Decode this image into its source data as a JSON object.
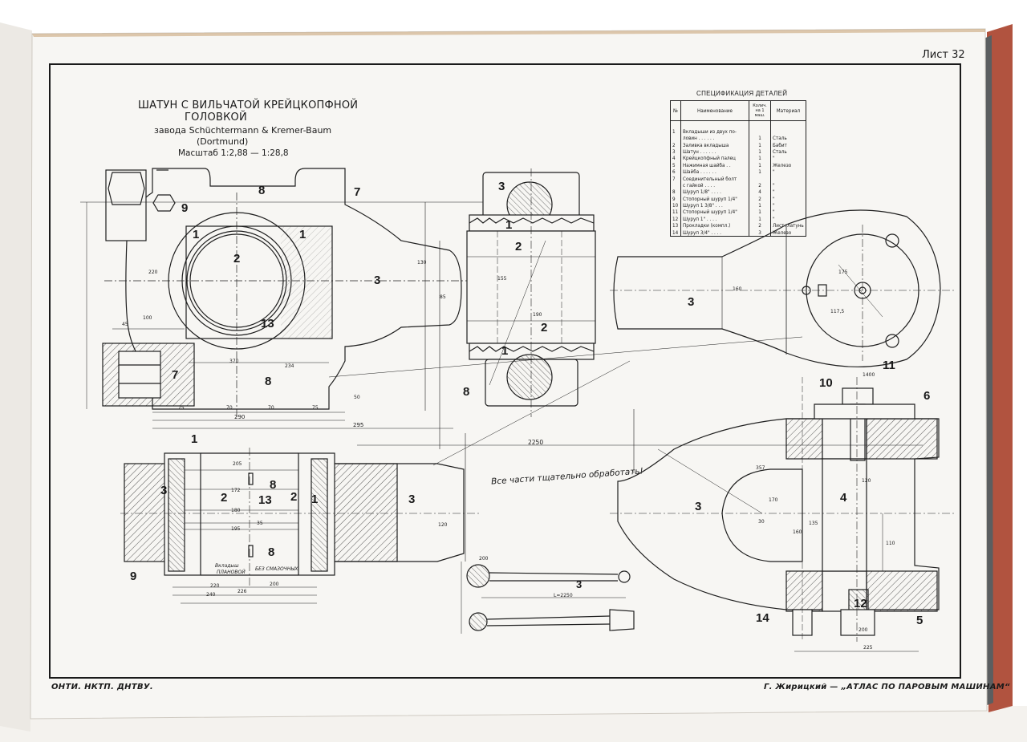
{
  "sheet_label": "Лист 32",
  "title": {
    "line1": "ШАТУН С ВИЛЬЧАТОЙ КРЕЙЦКОПФНОЙ",
    "line2": "ГОЛОВКОЙ",
    "line3": "завода Schüchtermann & Kremer-Baum",
    "line4": "(Dortmund)",
    "scale": "Масштаб 1:2,88 — 1:28,8"
  },
  "spec": {
    "title": "СПЕЦИФИКАЦИЯ ДЕТАЛЕЙ",
    "headers": {
      "no": "№",
      "name": "Наименование",
      "qty": "Колич. на 1 маш.",
      "material": "Материал"
    },
    "rows": [
      {
        "no": "",
        "name": "",
        "qty": "",
        "material": ""
      },
      {
        "no": "1",
        "name": "Вкладыши из двух по-",
        "qty": "",
        "material": ""
      },
      {
        "no": "",
        "name": "ловин . . . . . .",
        "qty": "1",
        "material": "Сталь"
      },
      {
        "no": "2",
        "name": "Заливка вкладыша",
        "qty": "1",
        "material": "Бабит"
      },
      {
        "no": "3",
        "name": "Шатун . . . . . .",
        "qty": "1",
        "material": "Сталь"
      },
      {
        "no": "4",
        "name": "Крейцкопфный палец",
        "qty": "1",
        "material": "\""
      },
      {
        "no": "5",
        "name": "Нажимная шайба . .",
        "qty": "1",
        "material": "Железо"
      },
      {
        "no": "6",
        "name": "Шайба . . . . . .",
        "qty": "1",
        "material": "\""
      },
      {
        "no": "7",
        "name": "Соединительный болт",
        "qty": "",
        "material": ""
      },
      {
        "no": "",
        "name": "с гайкой . . . .",
        "qty": "2",
        "material": "\""
      },
      {
        "no": "8",
        "name": "Шуруп 1/8\" . . . .",
        "qty": "4",
        "material": "\""
      },
      {
        "no": "9",
        "name": "Стопорный шуруп 1/4\"",
        "qty": "2",
        "material": "\""
      },
      {
        "no": "10",
        "name": "Шуруп 1 3/8\" . . .",
        "qty": "1",
        "material": "\""
      },
      {
        "no": "11",
        "name": "Стопорный шуруп 1/4\"",
        "qty": "1",
        "material": "\""
      },
      {
        "no": "12",
        "name": "Шуруп 1\" . . . .",
        "qty": "1",
        "material": "\""
      },
      {
        "no": "13",
        "name": "Прокладки (компл.)",
        "qty": "2",
        "material": "Лист. латунь"
      },
      {
        "no": "14",
        "name": "Шуруп 3/4\" . . . .",
        "qty": "3",
        "material": "Железо"
      }
    ]
  },
  "note": "Все части тщательно обработать!",
  "footer_left": "ОНТИ. НКТП. ДНТВУ.",
  "footer_right": "Г. Жирицкий — „АТЛАС ПО ПАРОВЫМ МАШИНАМ“",
  "callouts": {
    "top_left": [
      "1",
      "2",
      "1",
      "8",
      "9",
      "7",
      "3",
      "13",
      "7",
      "8"
    ],
    "top_mid": [
      "3",
      "1",
      "2",
      "2",
      "1",
      "8"
    ],
    "right_top": [
      "3"
    ],
    "bottom_left": [
      "1",
      "3",
      "2",
      "8",
      "13",
      "2",
      "1",
      "3",
      "8",
      "9"
    ],
    "bottom_right": [
      "10",
      "11",
      "6",
      "3",
      "4",
      "12",
      "14",
      "5"
    ],
    "small": [
      "3"
    ]
  },
  "dimensions": {
    "d290": "290",
    "d295": "295",
    "d2250": "2250",
    "d75a": "75",
    "d70a": "70",
    "d70b": "70",
    "d75b": "75",
    "d45": "45",
    "d100": "100",
    "d370": "370",
    "d234": "234",
    "d50": "50",
    "d220": "220",
    "d190": "190",
    "d155": "155",
    "d160": "160",
    "d175": "175",
    "d117": "117,5",
    "d205": "205",
    "d172": "172",
    "d180": "180",
    "d195": "195",
    "d35": "35",
    "d220b": "220",
    "d200": "200",
    "d226": "226",
    "d240": "240",
    "d357": "357",
    "d135": "135",
    "d120": "120",
    "d225": "225",
    "d160b": "160",
    "l2250": "L=2250",
    "d1400": "1400",
    "d200b": "200",
    "d120b": "120",
    "d130": "130",
    "d85": "85",
    "d170": "170",
    "d30": "30",
    "d110": "110",
    "d200c": "200",
    "label_bearing": "Вкладыш",
    "label_bearing2": "ПЛАНОВОЙ",
    "label_nolube": "БЕЗ СМАЗОЧНЫХ"
  }
}
